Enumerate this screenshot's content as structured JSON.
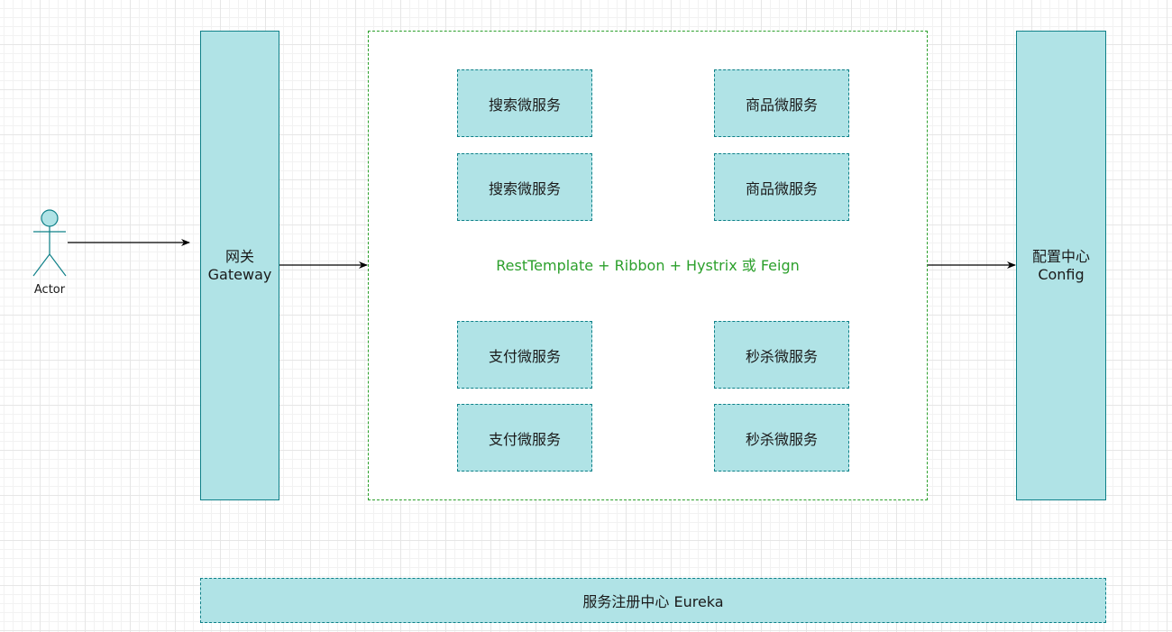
{
  "actor": {
    "label": "Actor"
  },
  "gateway": {
    "line1": "网关",
    "line2": "Gateway"
  },
  "config": {
    "line1": "配置中心",
    "line2": "Config"
  },
  "microservices": {
    "connector_label": "RestTemplate + Ribbon + Hystrix 或 Feign",
    "search": "搜索微服务",
    "product": "商品微服务",
    "payment": "支付微服务",
    "seckill": "秒杀微服务"
  },
  "registry": {
    "label": "服务注册中心 Eureka"
  },
  "colors": {
    "node_fill": "#b0e3e6",
    "node_stroke": "#0e8088",
    "container_stroke": "#2ca02c",
    "connector_text": "#2ca02c"
  }
}
